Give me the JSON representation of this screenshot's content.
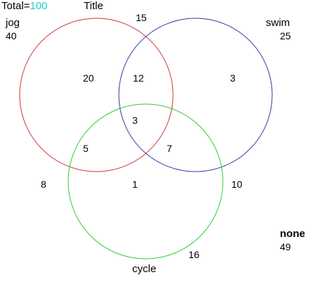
{
  "header": {
    "total_label": "Total=",
    "total_value": "100",
    "title": "Title"
  },
  "colors": {
    "total_value": "#22cccc",
    "jog": "#cc3333",
    "swim": "#3333aa",
    "cycle": "#33cc33",
    "none": "#22bb22"
  },
  "sets": {
    "jog": {
      "label": "jog",
      "total": "40"
    },
    "swim": {
      "label": "swim",
      "total": "25"
    },
    "cycle": {
      "label": "cycle",
      "total": "16"
    }
  },
  "regions": {
    "jog_only": "20",
    "swim_only": "3",
    "cycle_only": "1",
    "jog_swim": "12",
    "jog_cycle": "5",
    "swim_cycle": "7",
    "all_three": "3"
  },
  "outside_numbers": {
    "top": "15",
    "left": "8",
    "right": "10"
  },
  "none": {
    "label": "none",
    "value": "49"
  }
}
